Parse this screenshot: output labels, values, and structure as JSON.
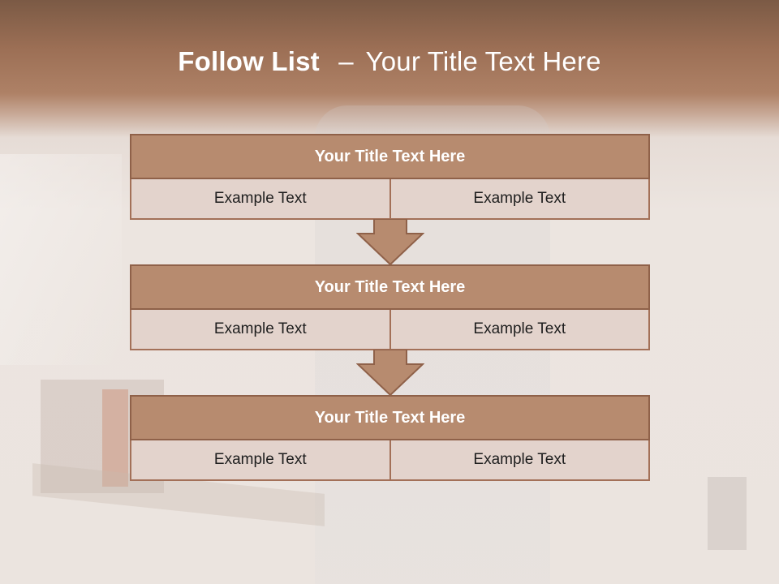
{
  "slide": {
    "title_bold": "Follow List",
    "title_separator": "–",
    "title_rest": "Your Title Text Here"
  },
  "steps": [
    {
      "title": "Your Title Text Here",
      "left": "Example Text",
      "right": "Example Text"
    },
    {
      "title": "Your Title Text Here",
      "left": "Example Text",
      "right": "Example Text"
    },
    {
      "title": "Your Title Text Here",
      "left": "Example Text",
      "right": "Example Text"
    }
  ],
  "colors": {
    "header_band": "#9c6f55",
    "block_title": "#b78b6f",
    "block_cell": "#e3d3cc",
    "border": "#8f6149"
  }
}
